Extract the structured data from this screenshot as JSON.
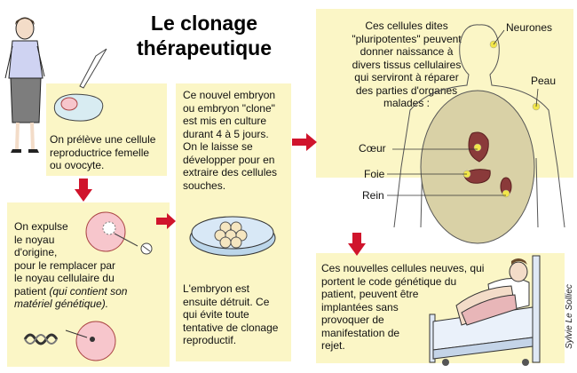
{
  "title": {
    "line1": "Le clonage",
    "line2": "thérapeutique"
  },
  "steps": {
    "step1": {
      "line1": "On prélève une cellule",
      "line2": "reproductrice femelle",
      "line3": "ou ovocyte."
    },
    "step2": {
      "line1": "On expulse",
      "line2": "le noyau",
      "line3": "d'origine,",
      "line4": "pour le remplacer par",
      "line5": "le noyau cellulaire du",
      "line6_plain": "patient",
      "line6_italic": " (qui contient son",
      "line7_italic": "matériel génétique)."
    },
    "step3": {
      "line1": "Ce nouvel embryon",
      "line2": "ou embryon \"clone\"",
      "line3": "est mis en culture",
      "line4": "durant 4 à 5 jours.",
      "line5": "On le laisse se",
      "line6": "développer pour en",
      "line7": "extraire des cellules",
      "line8": "souches."
    },
    "step4": {
      "line1": "L'embryon est",
      "line2": "ensuite détruit. Ce",
      "line3": "qui évite toute",
      "line4": "tentative de clonage",
      "line5": "reproductif."
    },
    "step5": {
      "line1": "Ces cellules dites",
      "line2": "\"pluripotentes\" peuvent",
      "line3": "donner naissance à",
      "line4": "divers tissus cellulaires",
      "line5": "qui serviront à réparer",
      "line6": "des parties d'organes",
      "line7": "malades :"
    },
    "step6": {
      "line1": "Ces nouvelles cellules neuves, qui",
      "line2": "portent le code génétique du",
      "line3": "patient, peuvent être",
      "line4": "implantées sans",
      "line5": "provoquer de",
      "line6": "manifestation de",
      "line7": "rejet."
    }
  },
  "organ_labels": {
    "neurones": "Neurones",
    "peau": "Peau",
    "coeur": "Cœur",
    "foie": "Foie",
    "rein": "Rein"
  },
  "credit": "Sylvie Le Solliec",
  "colors": {
    "panel": "#fbf6c6",
    "arrow": "#d0142c",
    "body_fill": "#d9d1a6",
    "organ": "#8a3a3a",
    "dot": "#f2e64a",
    "pink": "#f7c6cc"
  }
}
